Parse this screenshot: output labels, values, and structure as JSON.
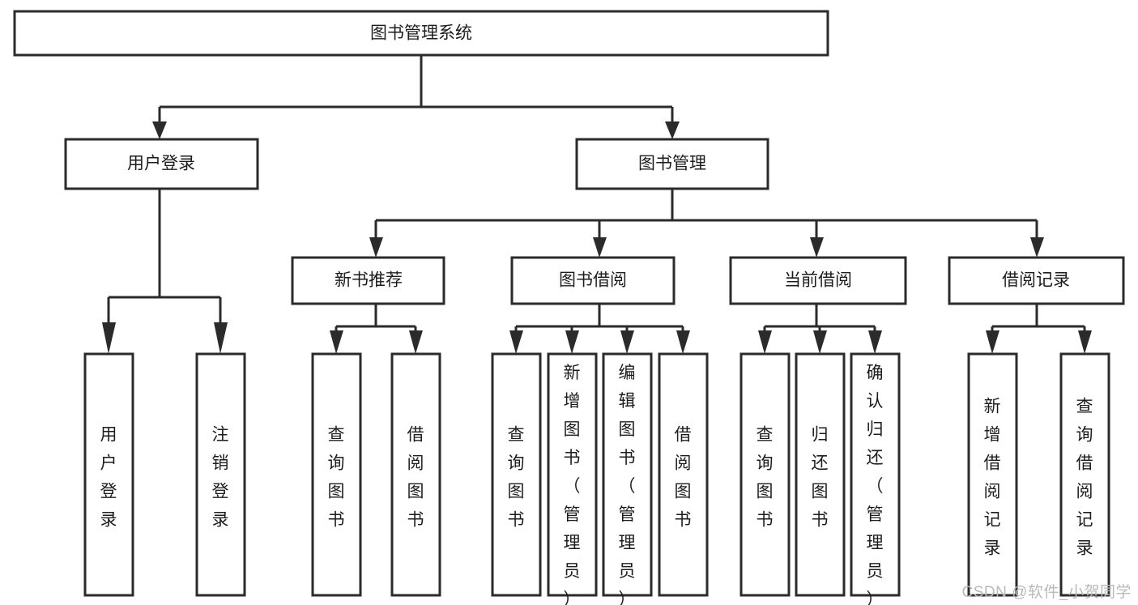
{
  "diagram": {
    "type": "tree",
    "title": "图书管理系统",
    "orientation": "top-down",
    "colors": {
      "box_fill": "#ffffff",
      "box_stroke": "#2b2b2b",
      "text": "#1c1c1c",
      "background": "#ffffff",
      "watermark": "#b9b9b9"
    },
    "root": {
      "label": "图书管理系统"
    },
    "level2": [
      {
        "label": "用户登录"
      },
      {
        "label": "图书管理"
      }
    ],
    "level3": [
      {
        "label": "新书推荐"
      },
      {
        "label": "图书借阅"
      },
      {
        "label": "当前借阅"
      },
      {
        "label": "借阅记录"
      }
    ],
    "leaves_user_login": [
      {
        "label": "用户登录"
      },
      {
        "label": "注销登录"
      }
    ],
    "leaves_new_book": [
      {
        "label": "查询图书"
      },
      {
        "label": "借阅图书"
      }
    ],
    "leaves_borrow": [
      {
        "label": "查询图书"
      },
      {
        "label": "新增图书（管理员）"
      },
      {
        "label": "编辑图书（管理员）"
      },
      {
        "label": "借阅图书"
      }
    ],
    "leaves_current": [
      {
        "label": "查询图书"
      },
      {
        "label": "归还图书"
      },
      {
        "label": "确认归还（管理员）"
      }
    ],
    "leaves_records": [
      {
        "label": "新增借阅记录"
      },
      {
        "label": "查询借阅记录"
      }
    ]
  },
  "watermark": {
    "text": "CSDN @软件_小贺同学"
  }
}
